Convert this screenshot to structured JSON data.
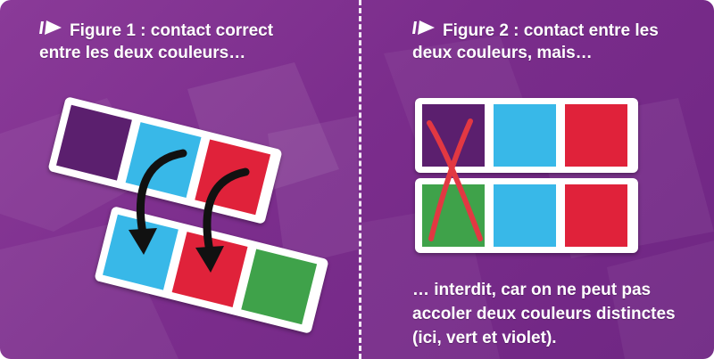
{
  "colors": {
    "purple": "#5b1f6e",
    "cyan": "#38b8e8",
    "red": "#e0223a",
    "green": "#3fa24a",
    "cross": "#e23842",
    "background": "#7b2d8c"
  },
  "figure1": {
    "marker_icon": "play-arrow-icon",
    "caption_line1": "Figure 1 : contact correct",
    "caption_line2": "entre les deux couleurs…",
    "tile_top": [
      "purple",
      "cyan",
      "red"
    ],
    "tile_bottom": [
      "cyan",
      "red",
      "green"
    ]
  },
  "figure2": {
    "marker_icon": "play-arrow-icon",
    "caption_line1": "Figure 2 : contact entre les",
    "caption_line2": "deux couleurs, mais…",
    "tile_top": [
      "purple",
      "cyan",
      "red"
    ],
    "tile_bottom": [
      "green",
      "cyan",
      "red"
    ],
    "explanation_line1": "… interdit, car on ne peut pas",
    "explanation_line2": "accoler deux couleurs distinctes",
    "explanation_line3": "(ici, vert et violet)."
  }
}
